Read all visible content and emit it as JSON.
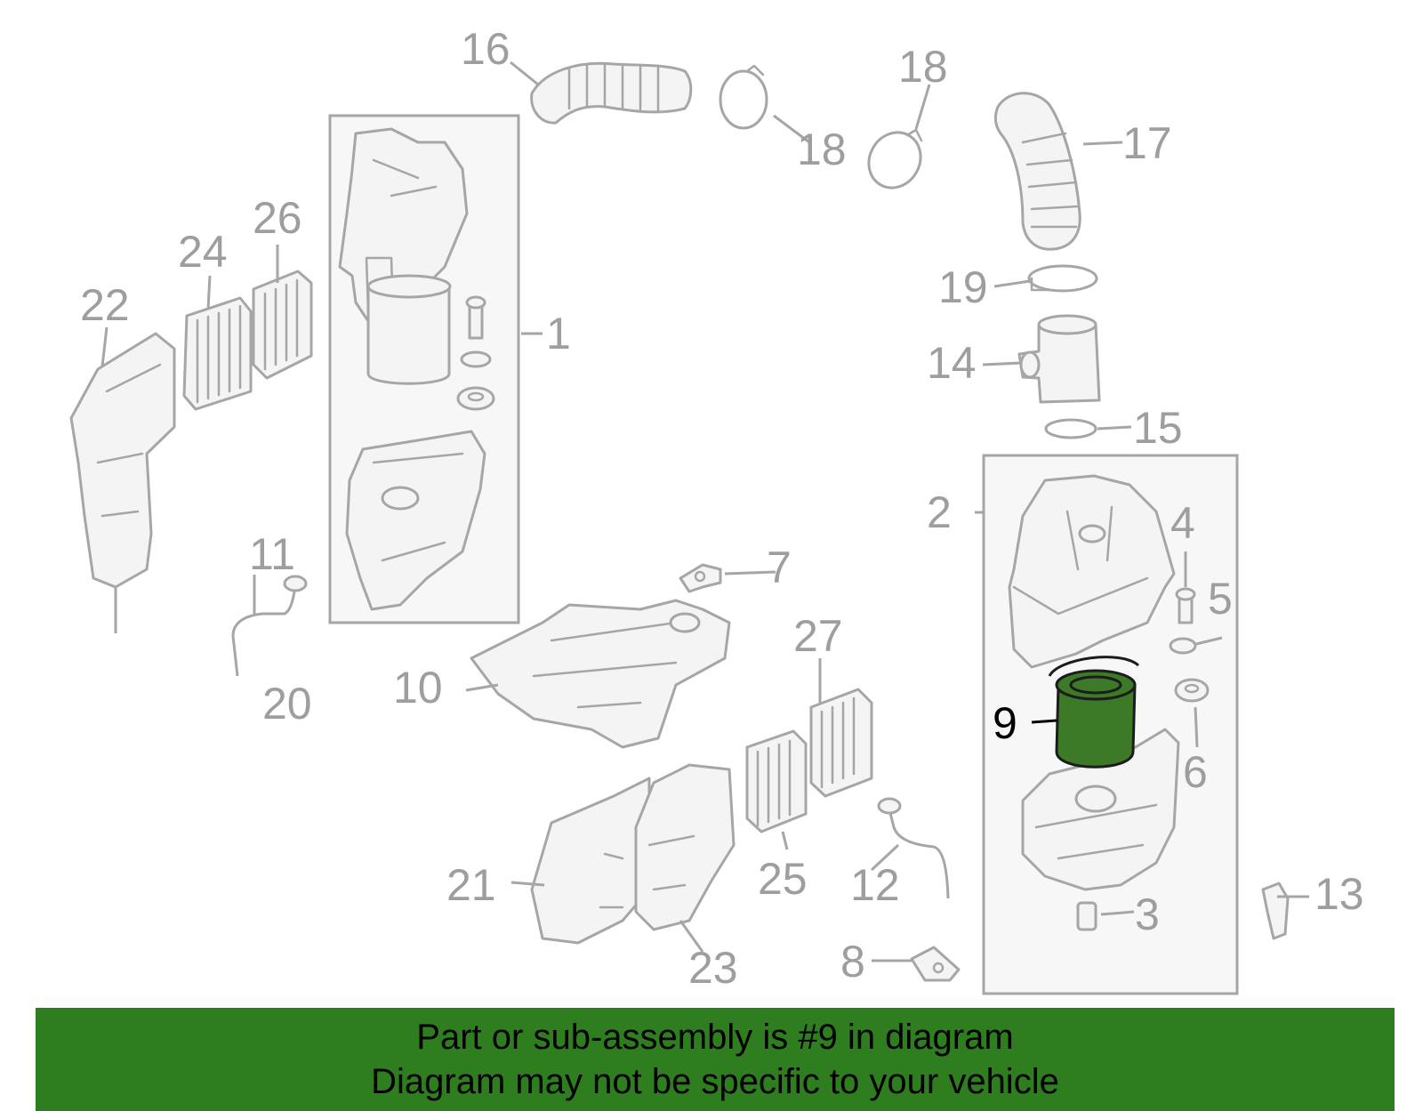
{
  "diagram": {
    "highlighted_part": "9",
    "highlight_color": "#3d7a28",
    "callouts": {
      "c1": "1",
      "c2": "2",
      "c3": "3",
      "c4": "4",
      "c5": "5",
      "c6": "6",
      "c7": "7",
      "c8": "8",
      "c9": "9",
      "c10": "10",
      "c11": "11",
      "c12": "12",
      "c13": "13",
      "c14": "14",
      "c15": "15",
      "c16": "16",
      "c17": "17",
      "c18a": "18",
      "c18b": "18",
      "c19": "19",
      "c20": "20",
      "c21": "21",
      "c22": "22",
      "c23": "23",
      "c24": "24",
      "c25": "25",
      "c26": "26",
      "c27": "27"
    }
  },
  "banner": {
    "line1": "Part or sub-assembly is #9 in diagram",
    "line2": "Diagram may not be specific to your vehicle",
    "background_color": "#2e7d1e"
  }
}
